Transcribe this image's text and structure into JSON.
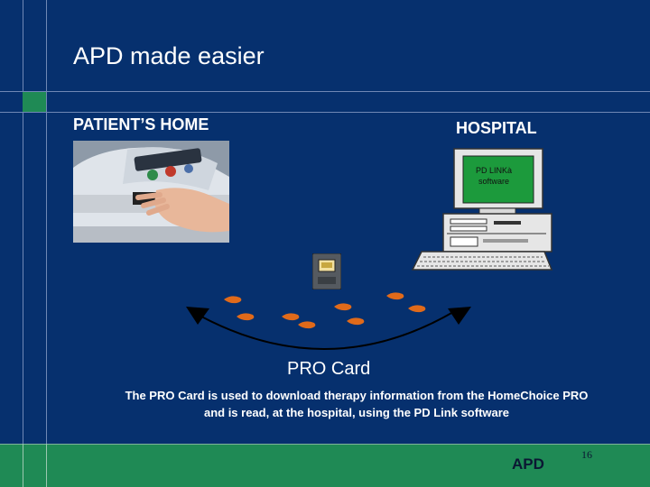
{
  "slide": {
    "title": "APD made easier",
    "left_heading": "PATIENT’S HOME",
    "right_heading": "HOSPITAL",
    "screen_text_line1": "PD LINKà",
    "screen_text_line2": "software",
    "pro_card_label": "PRO Card",
    "caption_line1": "The PRO Card is used to download therapy information from the HomeChoice PRO",
    "caption_line2": "and is read, at the hospital, using the PD Link software",
    "footer_label": "APD",
    "page_number": "16"
  },
  "colors": {
    "background": "#06306e",
    "accent_green": "#1f8a55",
    "text": "#ffffff"
  }
}
